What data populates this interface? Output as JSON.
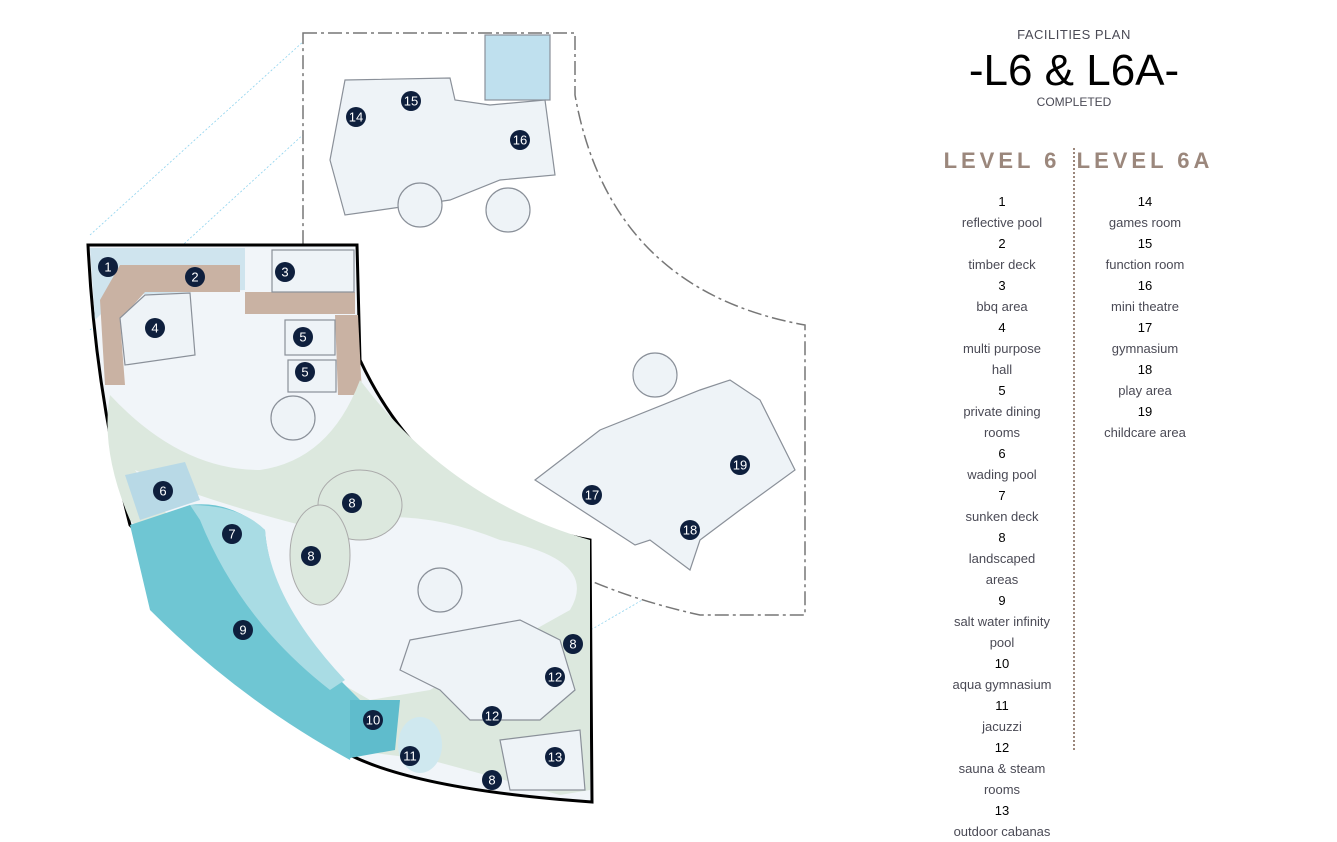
{
  "header": {
    "subtitle": "FACILITIES PLAN",
    "title": "-L6 & L6A-",
    "status": "COMPLETED"
  },
  "legend": {
    "level6": {
      "heading": "LEVEL 6",
      "items": [
        {
          "num": "1",
          "label": "reflective pool"
        },
        {
          "num": "2",
          "label": "timber deck"
        },
        {
          "num": "3",
          "label": "bbq area"
        },
        {
          "num": "4",
          "label": "multi purpose hall"
        },
        {
          "num": "5",
          "label": "private dining rooms"
        },
        {
          "num": "6",
          "label": "wading pool"
        },
        {
          "num": "7",
          "label": "sunken deck"
        },
        {
          "num": "8",
          "label": "landscaped areas"
        },
        {
          "num": "9",
          "label": "salt water infinity pool"
        },
        {
          "num": "10",
          "label": "aqua gymnasium"
        },
        {
          "num": "11",
          "label": "jacuzzi"
        },
        {
          "num": "12",
          "label": "sauna & steam rooms"
        },
        {
          "num": "13",
          "label": "outdoor cabanas"
        }
      ]
    },
    "level6a": {
      "heading": "LEVEL 6A",
      "items": [
        {
          "num": "14",
          "label": "games room"
        },
        {
          "num": "15",
          "label": "function room"
        },
        {
          "num": "16",
          "label": "mini theatre"
        },
        {
          "num": "17",
          "label": "gymnasium"
        },
        {
          "num": "18",
          "label": "play area"
        },
        {
          "num": "19",
          "label": "childcare area"
        }
      ]
    }
  },
  "plan_markers": [
    "1",
    "2",
    "3",
    "4",
    "5",
    "5",
    "6",
    "7",
    "8",
    "8",
    "9",
    "10",
    "11",
    "12",
    "12",
    "13",
    "8",
    "8",
    "14",
    "15",
    "16",
    "17",
    "18",
    "19"
  ],
  "colors": {
    "marker": "#0e1f3d",
    "pool": "#6fc6d3",
    "deck": "#c9b2a3",
    "landscape": "#dce8de",
    "floor": "#f1f5f9",
    "accent": "#9b877c"
  }
}
